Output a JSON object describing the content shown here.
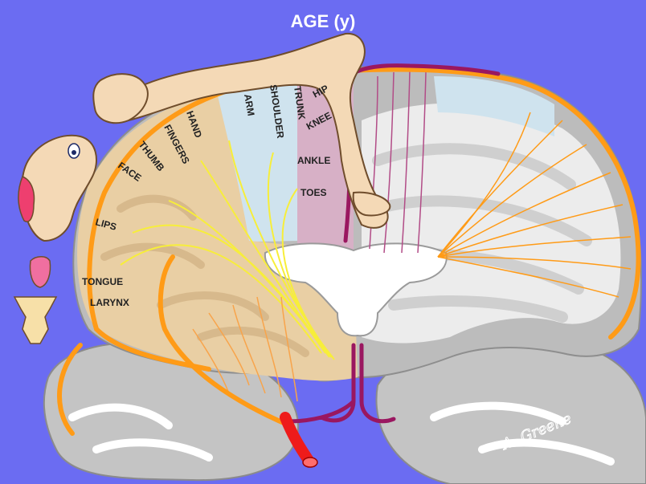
{
  "header": {
    "title": "AGE (y)"
  },
  "regions": {
    "lips": "LIPS",
    "tongue": "TONGUE",
    "larynx": "LARYNX",
    "face": "FACE",
    "thumb": "THUMB",
    "fingers": "FINGERS",
    "hand": "HAND",
    "arm": "ARM",
    "shoulder": "SHOULDER",
    "trunk": "TRUNK",
    "hip": "HIP",
    "knee": "KNEE",
    "ankle": "ANKLE",
    "toes": "TOES"
  },
  "signature": "A. Greene",
  "colors": {
    "background": "#6b6cf2",
    "cortex_tan": "#e9cfa4",
    "cortex_blue": "#cfe3ee",
    "cortex_pink": "#d8b0c6",
    "white_matter": "#ececec",
    "gray_matter": "#bdbdbd",
    "artery_orange": "#ff9b17",
    "artery_purple": "#9a1760",
    "fiber_yellow": "#f7ee3a",
    "vessel_red": "#ee1b1b"
  }
}
